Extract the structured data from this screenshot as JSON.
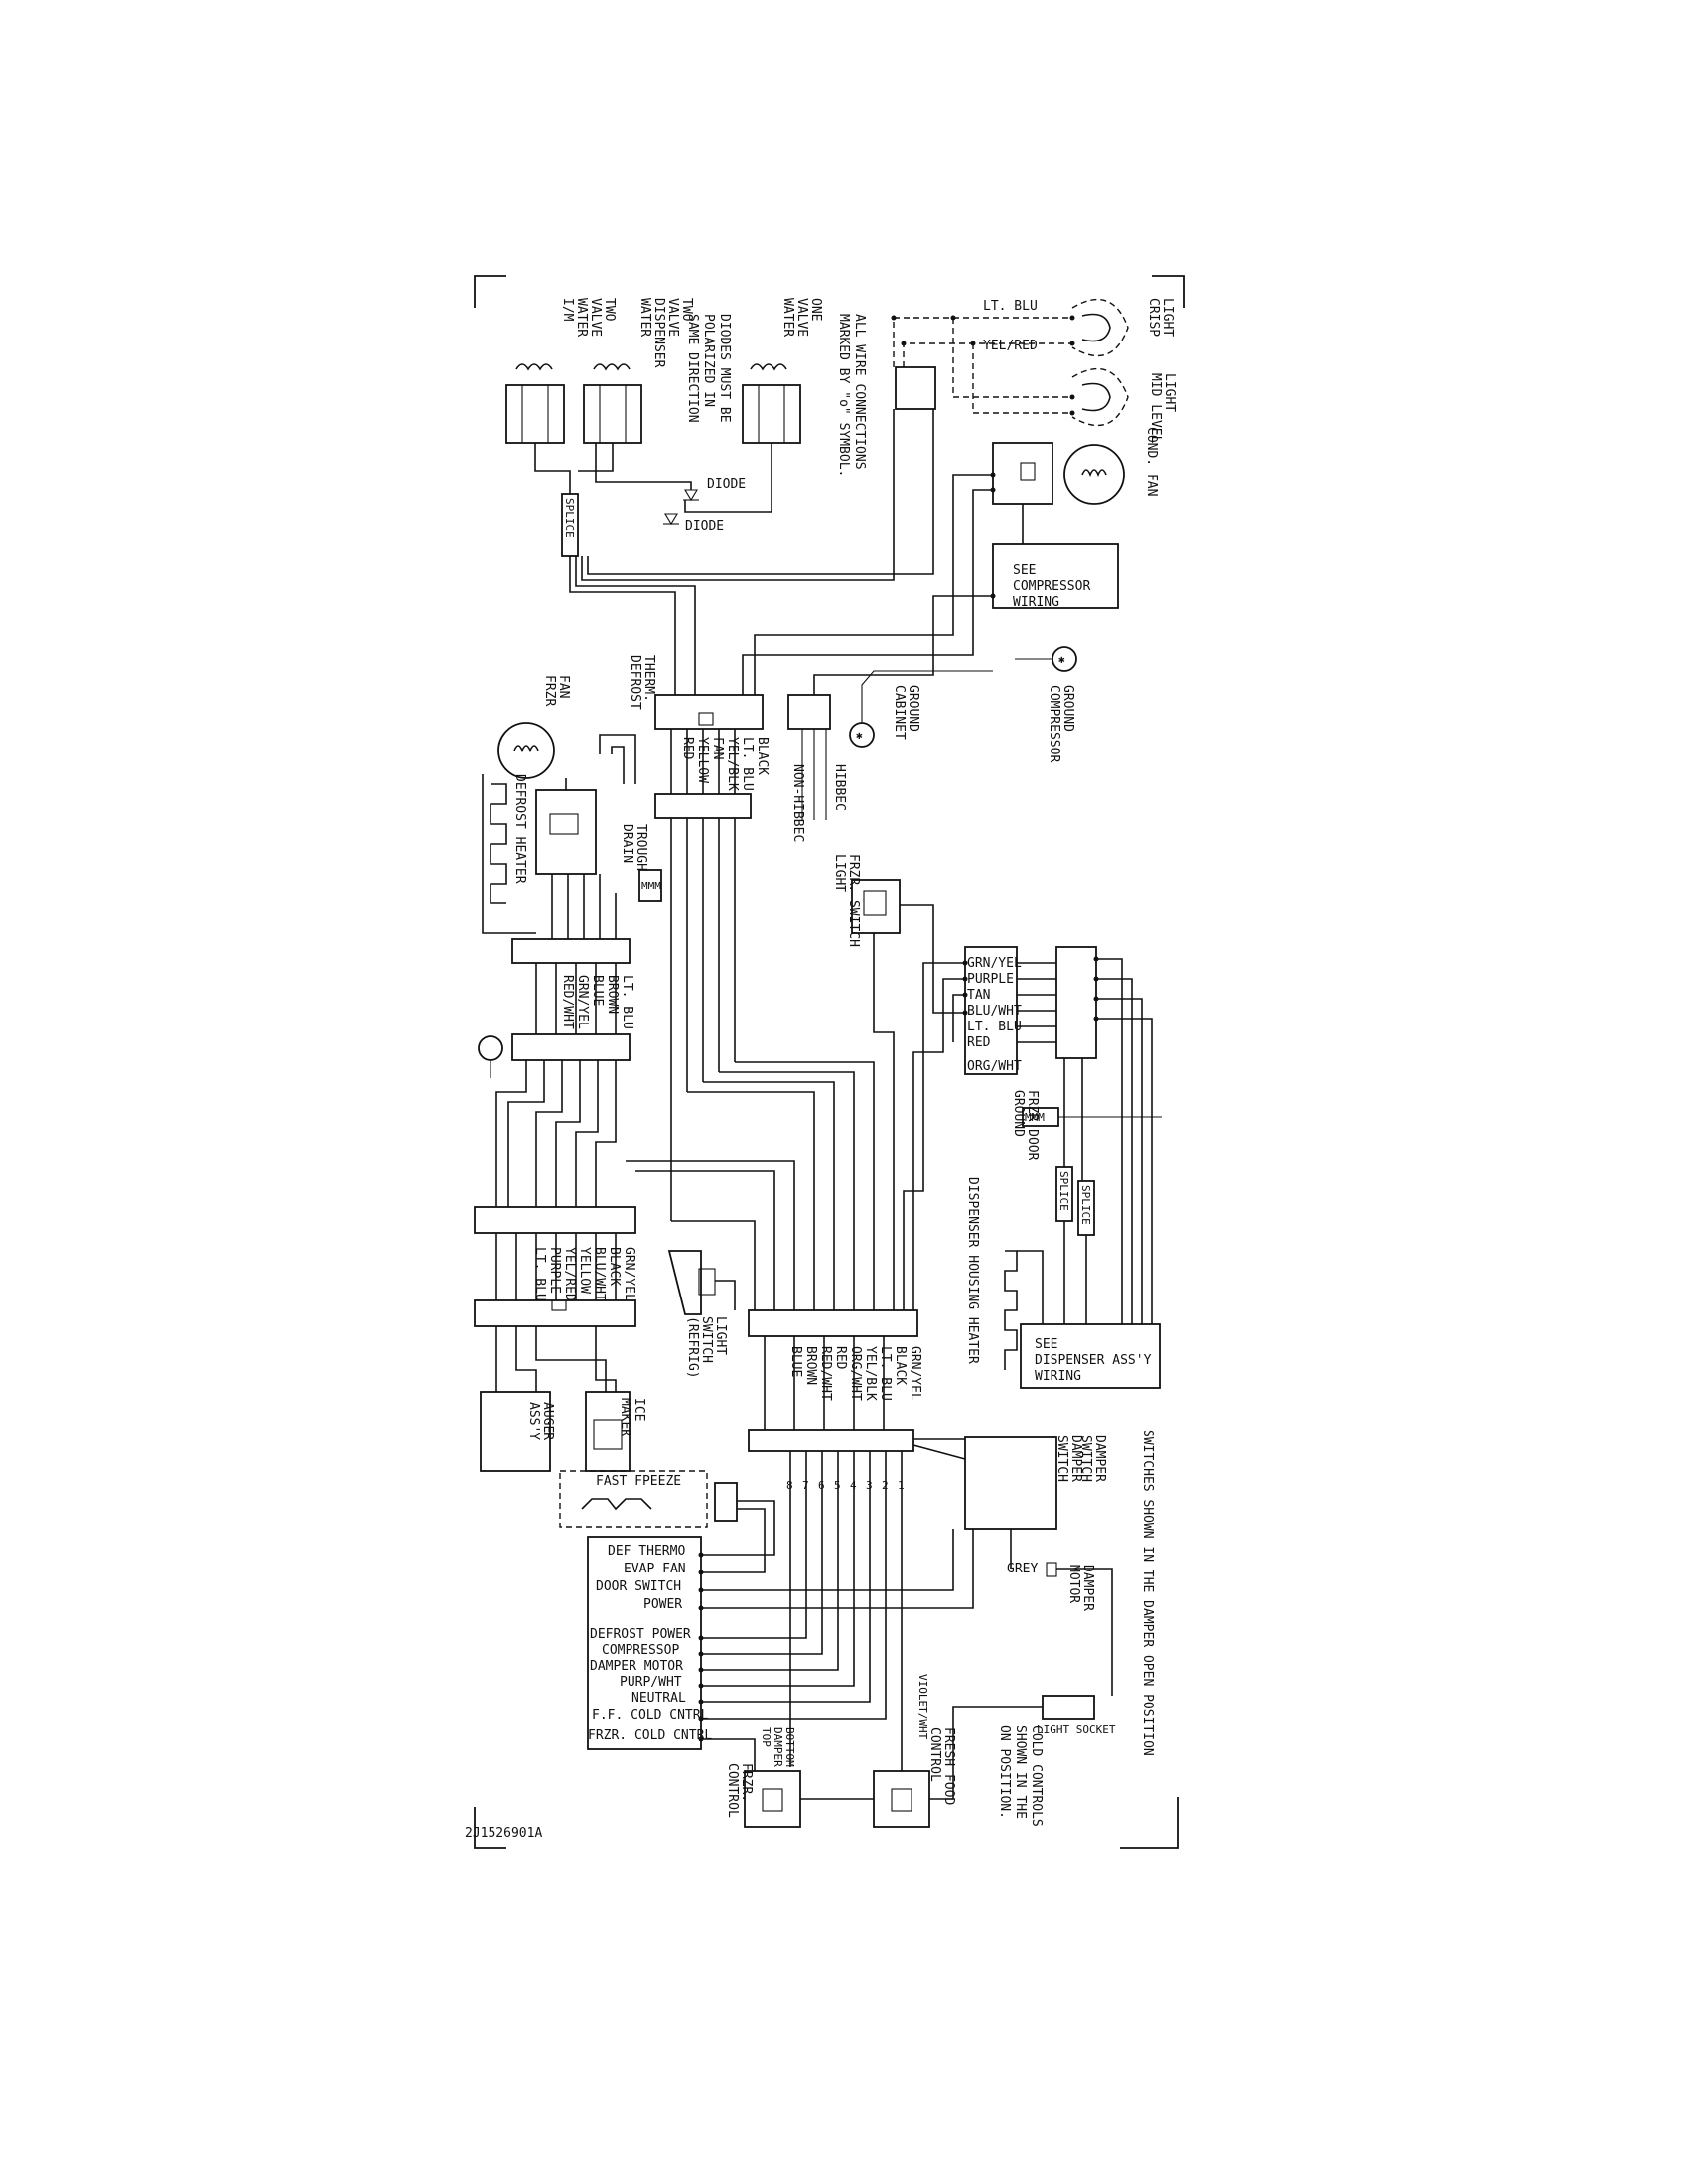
{
  "drawing_number": "2J1526901A",
  "notes": {
    "wire_connections": [
      "ALL WIRE CONNECTIONS",
      "MARKED BY \"o\" SYMBOL."
    ],
    "diodes": [
      "DIODES MUST BE",
      "POLARIZED IN",
      "SAME DIRECTION"
    ],
    "switches": "SWITCHES SHOWN IN THE DAMPER OPEN POSITION",
    "cold_controls": [
      "COLD CONTROLS",
      "SHOWN IN THE",
      "ON POSITION."
    ]
  },
  "top": {
    "im_water_valve": [
      "I/M",
      "WATER",
      "VALVE",
      "TWO"
    ],
    "water_dispenser_valve": [
      "WATER",
      "DISPENSER",
      "VALVE",
      "TWO"
    ],
    "water_valve_one": [
      "WATER",
      "VALVE",
      "ONE"
    ],
    "crisp_light": [
      "CRISP",
      "LIGHT"
    ],
    "mid_level_light": [
      "MID LEVEL",
      "LIGHT"
    ],
    "cond_fan": "COND. FAN",
    "lt_blu": "LT. BLU",
    "yel_red": "YEL/RED",
    "diode_1": "DIODE",
    "diode_2": "DIODE",
    "splice": "SPLICE",
    "see_compressor": [
      "SEE",
      "COMPRESSOR",
      "WIRING"
    ],
    "compressor_ground": [
      "COMPRESSOR",
      "GROUND"
    ],
    "cabinet_ground": [
      "CABINET",
      "GROUND"
    ],
    "frzr_fan": [
      "FRZR",
      "FAN"
    ],
    "defrost_therm": [
      "DEFROST",
      "THERM."
    ],
    "defrost_heater": "DEFROST HEATER",
    "drain_trough": [
      "DRAIN",
      "TROUGH"
    ],
    "hibbec": "HIBBEC",
    "non_hibbec": "NON-HIBBEC",
    "lt_frzr_switch": [
      "LIGHT",
      "FRZR. SWITCH"
    ],
    "harness_a": [
      "BLACK",
      "LT. BLU",
      "YEL/BLK",
      "FAN",
      "YELLOW",
      "RED"
    ],
    "harness_b": [
      "LT. BLU",
      "BROWN",
      "BLUE",
      "GRN/YEL",
      "RED/WHT"
    ],
    "frzr_door_colors": [
      "GRN/YEL",
      "PURPLE",
      "TAN",
      "BLU/WHT",
      "LT. BLU",
      "RED",
      "ORG/WHT"
    ],
    "frzr_door_ground": [
      "FRZR DOOR",
      "GROUND"
    ],
    "dispenser_housing_heater": "DISPENSER HOUSING HEATER",
    "see_dispenser": [
      "SEE",
      "DISPENSER ASS'Y",
      "WIRING"
    ],
    "harness_c": [
      "GRN/YEL",
      "BLACK",
      "BLU/WHT",
      "YELLOW",
      "YEL/RED",
      "PURPLE",
      "LT. BLU"
    ],
    "light_switch": [
      "LIGHT",
      "SWITCH",
      "(REFRIG)"
    ],
    "harness_d": [
      "GRN/YEL",
      "BLACK",
      "LT. BLU",
      "YEL/BLK",
      "ORG/WHT",
      "RED",
      "RED/WHT",
      "BROWN",
      "BLUE"
    ],
    "auger": [
      "AUGER",
      "ASS'Y"
    ],
    "ice_maker": [
      "ICE",
      "MAKER"
    ]
  },
  "bottom": {
    "fast_freeze": "FAST FPEEZE",
    "control_terms": [
      "DEF THERMO",
      "EVAP FAN",
      "DOOR SWITCH",
      "POWER",
      "DEFROST POWER",
      "COMPRESSOP",
      "DAMPER MOTOR",
      "PURP/WHT",
      "NEUTRAL",
      "F.F. COLD CNTRL",
      "FRZR. COLD CNTRL"
    ],
    "damper_switch": [
      "DAMPER",
      "SWITCH"
    ],
    "damper_switch_2": [
      "DAMPER",
      "SWITCH"
    ],
    "damper_motor": [
      "DAMPER",
      "MOTOR"
    ],
    "grey": "GREY",
    "light_socket": "LIGHT SOCKET",
    "violet_wht": "VIOLET/WHT",
    "bottom_damper_top": [
      "BOTTOM",
      "DAMPER",
      "TOP"
    ],
    "frzr_control": [
      "FRZR.",
      "CONTROL"
    ],
    "fresh_food_control": [
      "FRESH FOOD",
      "CONTROL"
    ],
    "pin_numbers": [
      "8",
      "7",
      "6",
      "5",
      "4",
      "3",
      "2",
      "1"
    ]
  }
}
